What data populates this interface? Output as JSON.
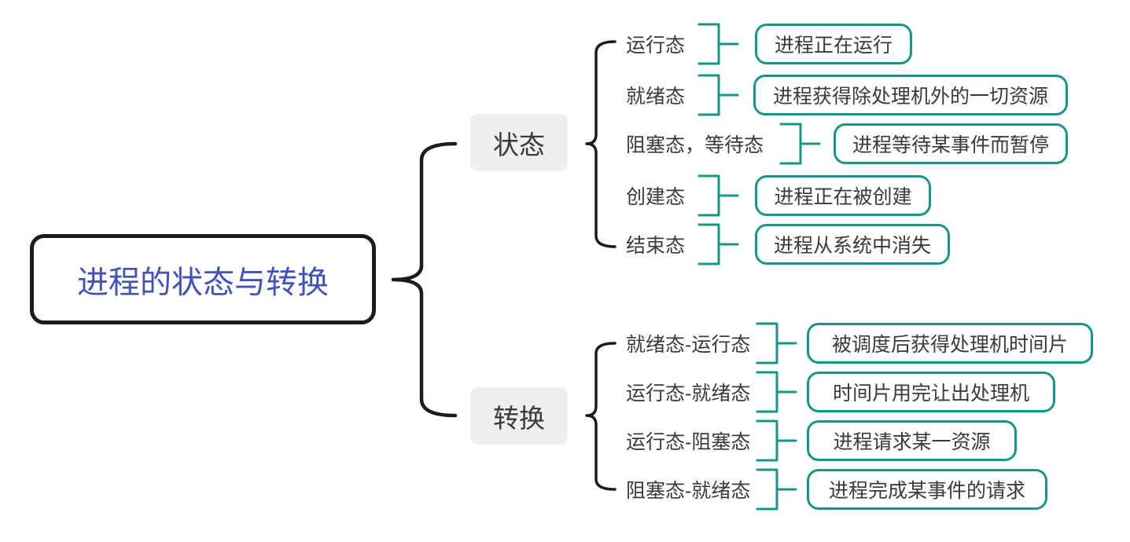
{
  "colors": {
    "accent": "#169685",
    "line": "#1c1c1c",
    "root_text": "#4152b8",
    "node_bg": "#efefef",
    "text": "#3a3a3a"
  },
  "root": {
    "label": "进程的状态与转换"
  },
  "branches": [
    {
      "label": "状态",
      "children": [
        {
          "label": "运行态",
          "desc": "进程正在运行"
        },
        {
          "label": "就绪态",
          "desc": "进程获得除处理机外的一切资源"
        },
        {
          "label": "阻塞态，等待态",
          "desc": "进程等待某事件而暂停"
        },
        {
          "label": "创建态",
          "desc": "进程正在被创建"
        },
        {
          "label": "结束态",
          "desc": "进程从系统中消失"
        }
      ]
    },
    {
      "label": "转换",
      "children": [
        {
          "label": "就绪态-运行态",
          "desc": "被调度后获得处理机时间片"
        },
        {
          "label": "运行态-就绪态",
          "desc": "时间片用完让出处理机"
        },
        {
          "label": "运行态-阻塞态",
          "desc": "进程请求某一资源"
        },
        {
          "label": "阻塞态-就绪态",
          "desc": "进程完成某事件的请求"
        }
      ]
    }
  ]
}
